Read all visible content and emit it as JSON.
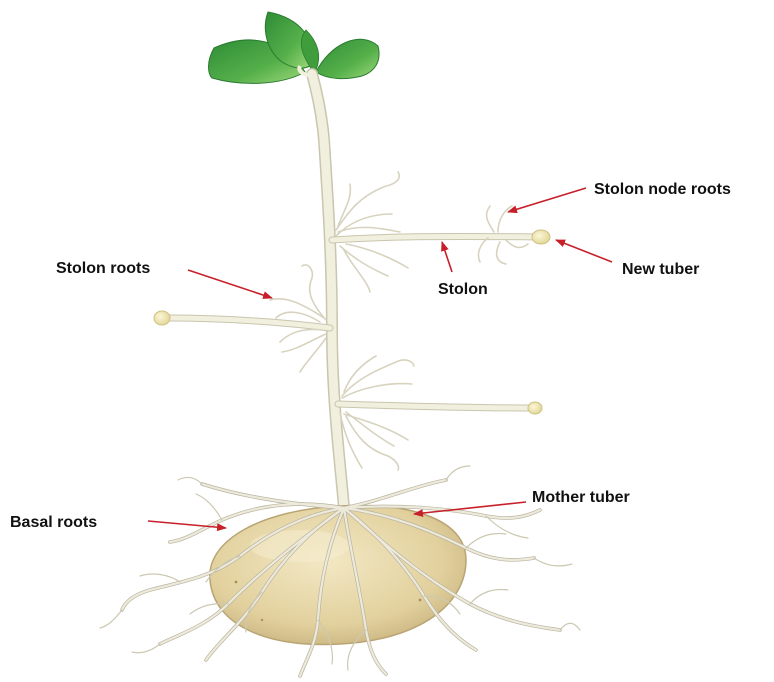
{
  "labels": {
    "stolon_node_roots": "Stolon node roots",
    "new_tuber": "New tuber",
    "stolon": "Stolon",
    "stolon_roots": "Stolon roots",
    "mother_tuber": "Mother tuber",
    "basal_roots": "Basal roots"
  },
  "colors": {
    "arrow": "#c8202a",
    "stem": "#f1efde",
    "stem_edge": "#c9c5ae",
    "tuber": "#e6d7a9",
    "tuber_edge": "#bba87a",
    "leaf_dark": "#2f8f3a",
    "leaf_light": "#7ccb63",
    "root": "#ede9da",
    "root_edge": "#b9b4a0"
  }
}
